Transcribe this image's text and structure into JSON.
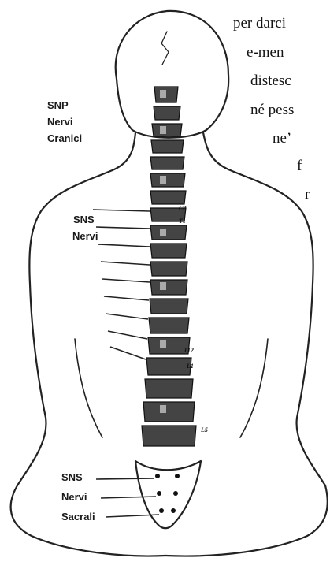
{
  "labels": {
    "snp": "SNP",
    "nervi_1": "Nervi",
    "cranici": "Cranici",
    "sns_1": "SNS",
    "nervi_2": "Nervi",
    "sns_2": "SNS",
    "nervi_3": "Nervi",
    "sacrali": "Sacrali"
  },
  "vertebrae": {
    "c8": "C8",
    "t1": "T1",
    "t12": "T12",
    "l1": "L1",
    "l5": "L5"
  },
  "prose_lines": [
    "per darci",
    "e-men",
    "distesc",
    "né pess",
    "ne’",
    "f",
    "r"
  ]
}
